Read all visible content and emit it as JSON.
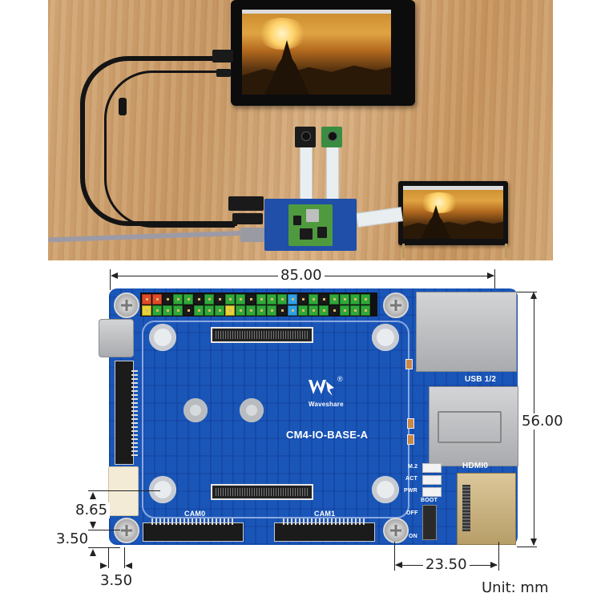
{
  "photo": {
    "description": "Product setup photo: CM4 IO base board connected to two touchscreens and two camera modules on a wooden desk",
    "items": [
      "large-hdmi-display",
      "small-dsi-display",
      "camera-module-left",
      "camera-module-right",
      "cm4-io-base-board",
      "ethernet-cable",
      "hdmi-cable",
      "usb-cable"
    ]
  },
  "diagram": {
    "board_name": "CM4-IO-BASE-A",
    "brand": "Waveshare",
    "brand_mark": "®",
    "silkscreen": {
      "usb": "USB 1/2",
      "hdmi": "HDMI0",
      "cam0": "CAM0",
      "cam1": "CAM1",
      "led_m2": "M.2",
      "led_act": "ACT",
      "led_pwr": "PWR",
      "boot": "BOOT",
      "switch_off": "OFF",
      "switch_on": "ON"
    },
    "gpio_colors": {
      "row_top": [
        "#e0492a",
        "#e0492a",
        "#1a1a1a",
        "#2fa83a",
        "#2fa83a",
        "#1a1a1a",
        "#2fa83a",
        "#1a1a1a",
        "#2fa83a",
        "#2fa83a",
        "#1a1a1a",
        "#2fa83a",
        "#2fa83a",
        "#2fa83a",
        "#2ea0e8",
        "#1a1a1a",
        "#2fa83a",
        "#1a1a1a",
        "#2fa83a",
        "#2fa83a",
        "#2fa83a",
        "#2fa83a"
      ],
      "row_bottom": [
        "#e6d334",
        "#2fa83a",
        "#2fa83a",
        "#2fa83a",
        "#1a1a1a",
        "#2fa83a",
        "#2fa83a",
        "#2fa83a",
        "#e6d334",
        "#2fa83a",
        "#2fa83a",
        "#2fa83a",
        "#2fa83a",
        "#1a1a1a",
        "#2ea0e8",
        "#2fa83a",
        "#2fa83a",
        "#2fa83a",
        "#1a1a1a",
        "#2fa83a",
        "#2fa83a",
        "#2fa83a"
      ]
    },
    "dimensions": {
      "width": "85.00",
      "height": "56.00",
      "hole_offset_y_upper": "8.65",
      "hole_offset_y_lower": "3.50",
      "hole_offset_x": "3.50",
      "hdmi_offset": "23.50"
    },
    "unit_label": "Unit: mm"
  },
  "colors": {
    "pcb_blue": "#1a56b8",
    "wood": "#d2a674"
  }
}
